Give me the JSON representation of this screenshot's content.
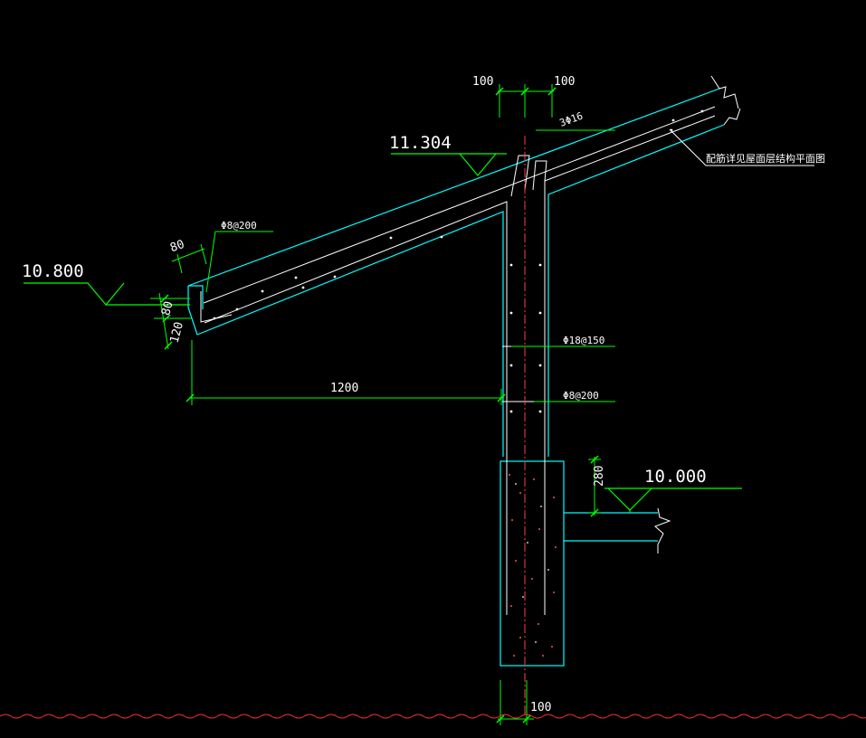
{
  "colors": {
    "background": "#000000",
    "outline_cyan": "#00ffff",
    "rebar_white": "#ffffff",
    "dimension_green": "#00ff00",
    "elevation_green": "#00ff00",
    "axis_red": "#ff4040",
    "hatch_red": "#ff3030"
  },
  "elevations": {
    "ridge": "11.304",
    "eave": "10.800",
    "floor": "10.000"
  },
  "dimensions": {
    "top_left": "100",
    "top_right": "100",
    "eave_width": "80",
    "eave_h1": "80",
    "eave_h2": "120",
    "overhang": "1200",
    "beam_drop": "280",
    "bottom": "100"
  },
  "rebar_labels": {
    "top_bars": "3Φ16",
    "eave_stirrup": "Φ8@200",
    "column_stirrup_1": "Φ18@150",
    "column_stirrup_2": "Φ8@200"
  },
  "notes": {
    "reinforcement_ref": "配筋详见屋面层结构平面图"
  },
  "icons": {
    "elevation_marker": "triangle-elevation-icon",
    "break_line": "zigzag-break-icon"
  }
}
